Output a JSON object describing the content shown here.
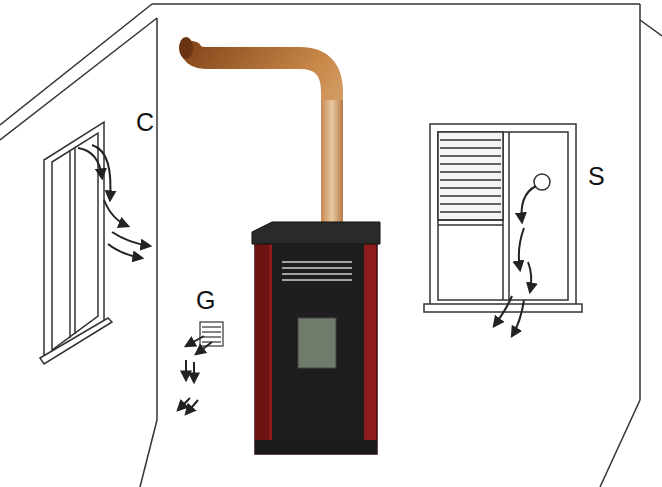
{
  "diagram": {
    "labels": [
      "C",
      "G",
      "S"
    ]
  }
}
